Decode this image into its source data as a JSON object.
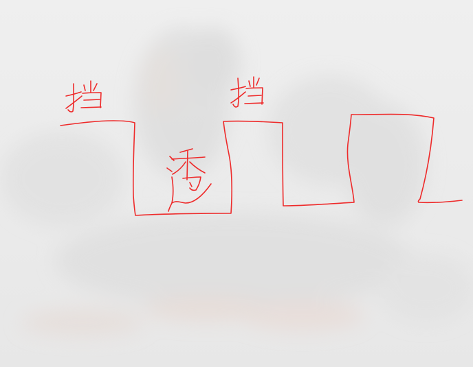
{
  "annotations": {
    "label_left": "挡",
    "label_center": "透",
    "label_right": "挡"
  },
  "colors": {
    "background": "#ececec",
    "ink": "#ee2a2a"
  }
}
